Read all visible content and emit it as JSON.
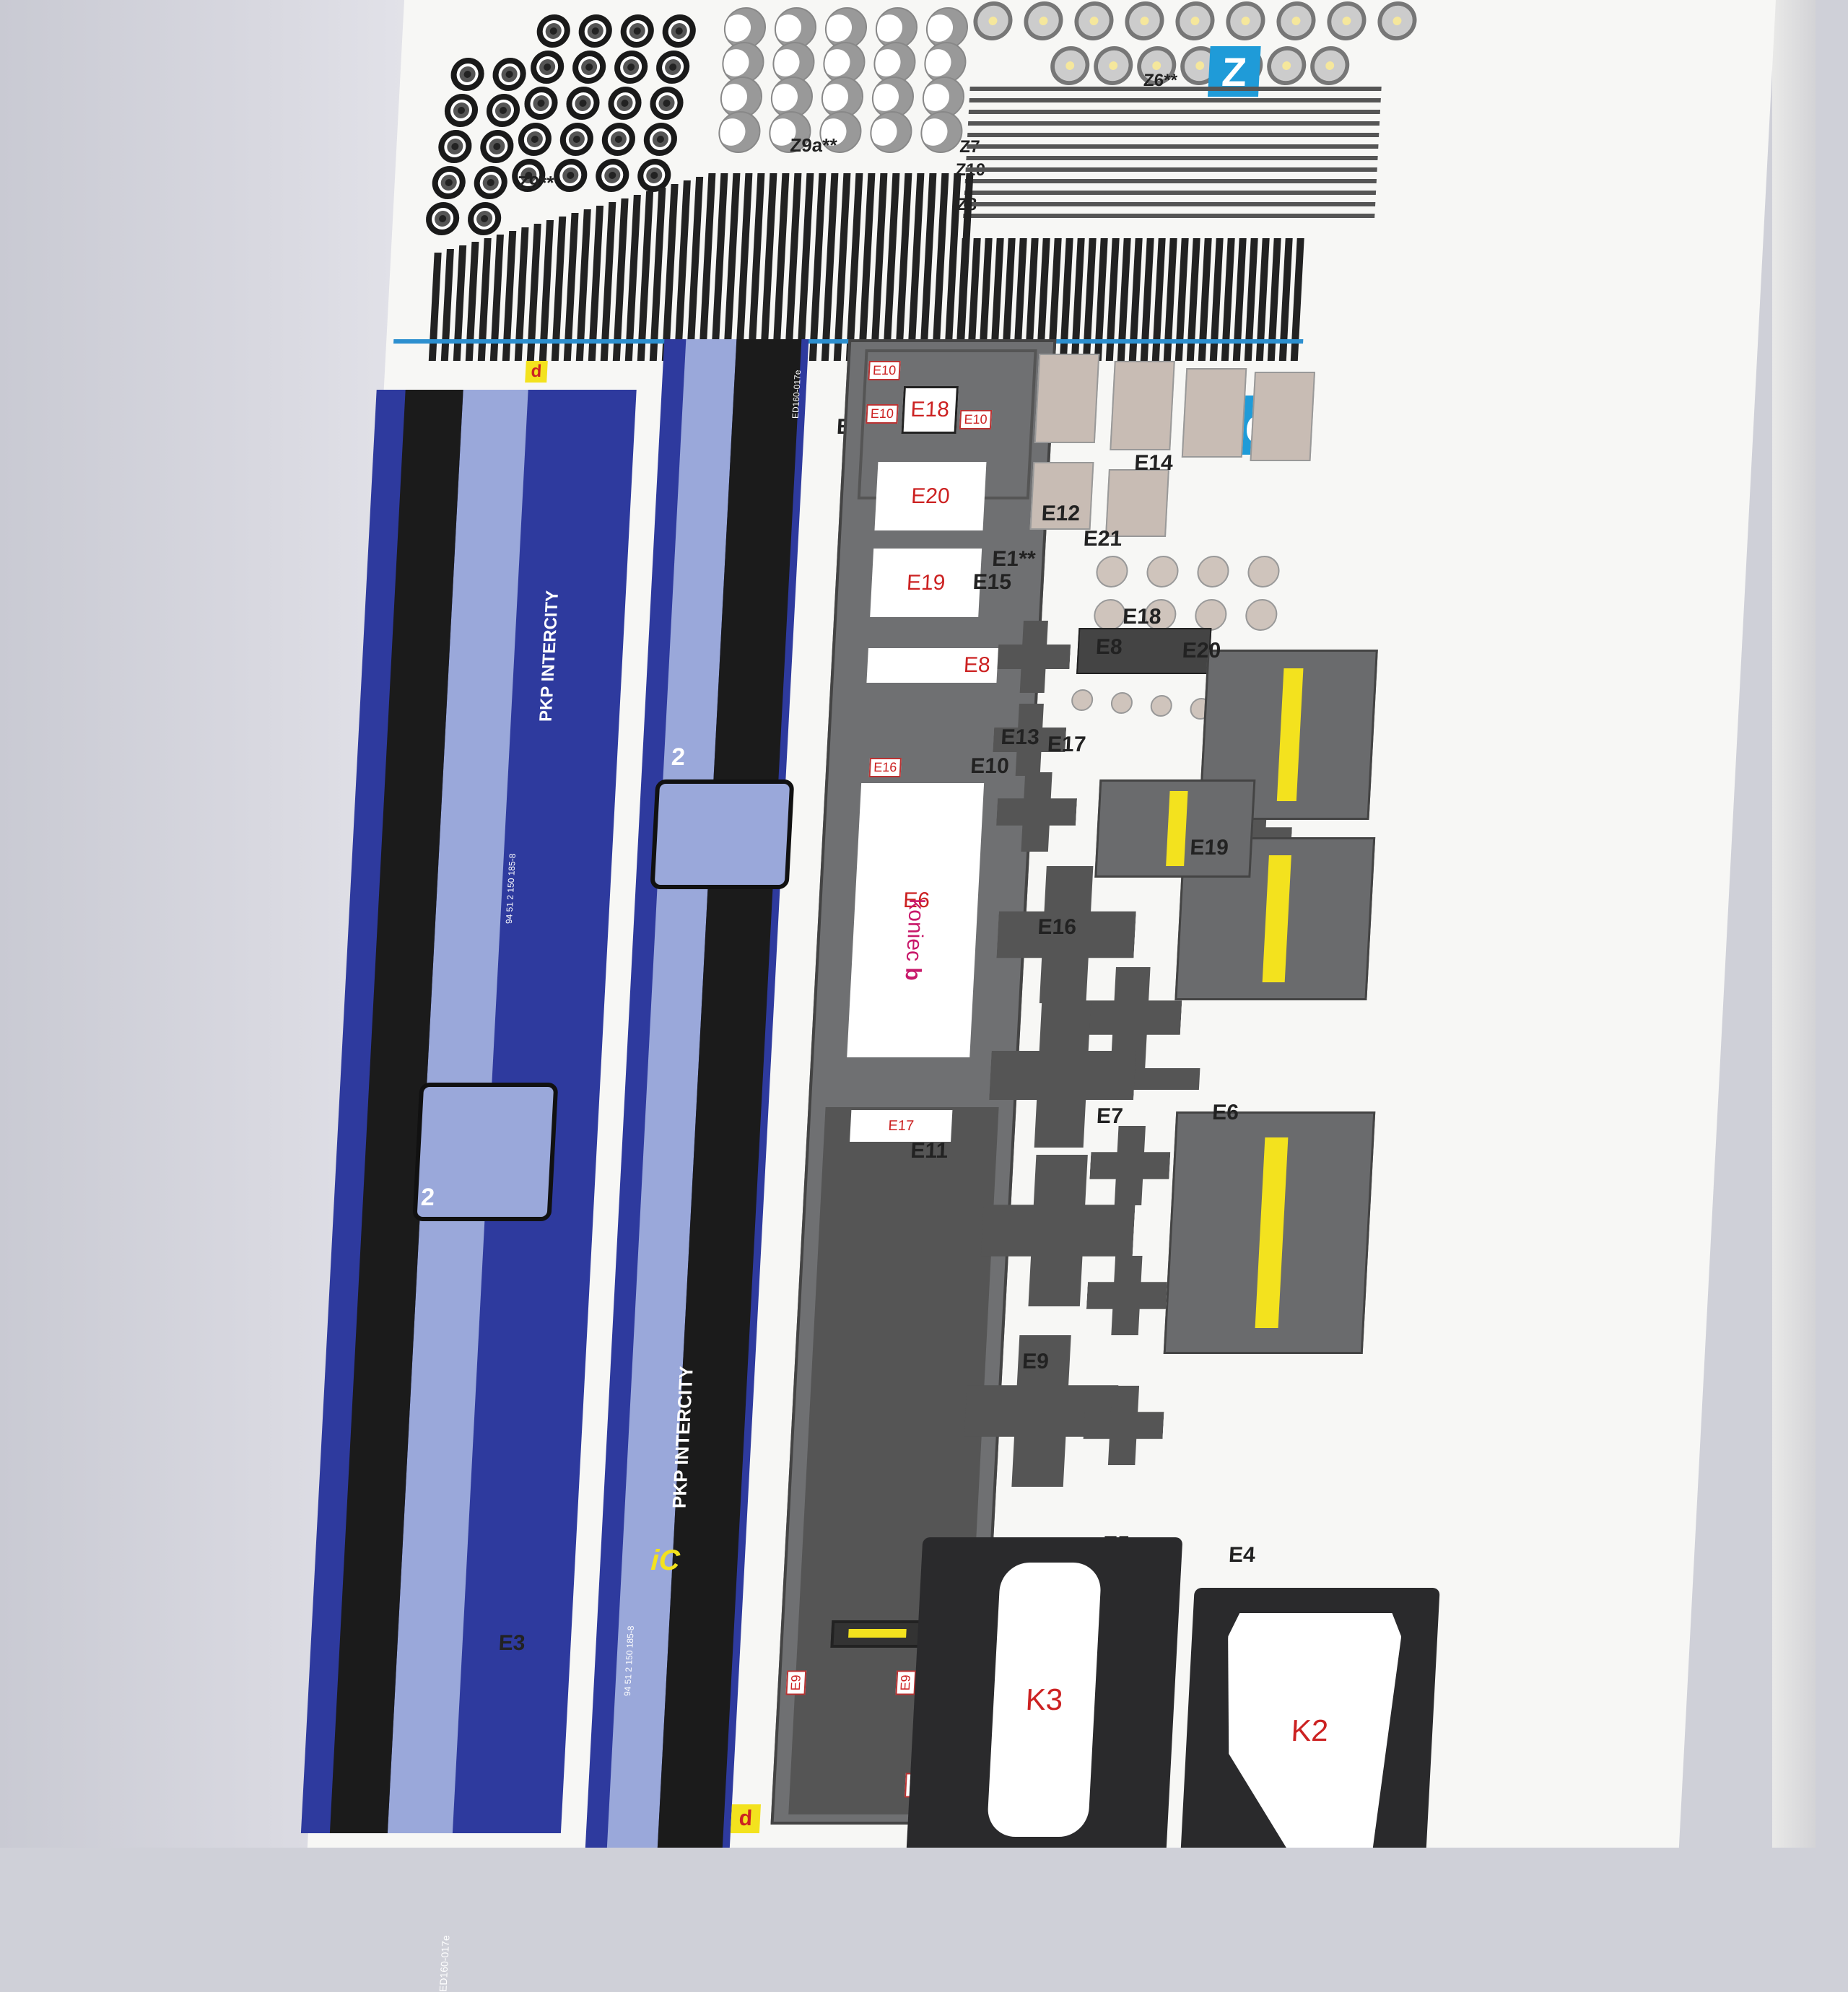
{
  "sections": {
    "z_badge": "Z",
    "e_badge": "e"
  },
  "wheel_labels": {
    "z9": "Z9**",
    "z9a": "Z9a**",
    "z6": "Z6**",
    "z7": "Z7",
    "z10": "Z10",
    "z8": "Z8"
  },
  "part_labels": {
    "e1": "E1**",
    "e2": "E2",
    "e3": "E3",
    "e4": "E4",
    "e5": "E5",
    "e6": "E6",
    "e7": "E7",
    "e8": "E8",
    "e9": "E9",
    "e10": "E10",
    "e11": "E11",
    "e12": "E12",
    "e13": "E13",
    "e14": "E14",
    "e15": "E15",
    "e16": "E16",
    "e17": "E17",
    "e18": "E18",
    "e19": "E19",
    "e20": "E20",
    "e21": "E21"
  },
  "floor_tags": {
    "e10a": "E10",
    "e10b": "E10",
    "e10c": "E10",
    "e18": "E18",
    "e20": "E20",
    "e19": "E19",
    "e8": "E8",
    "e16": "E16",
    "e6": "E6",
    "koniec": "koniec",
    "koniec_b": "b",
    "e17": "E17",
    "e9a": "E9",
    "e9b": "E9",
    "e9c": "E9"
  },
  "end_plates": {
    "k3": "K3",
    "k2": "K2"
  },
  "carbody": {
    "brand_upper": "PKP INTERCITY",
    "brand_lower": "PKP INTERCITY",
    "brand_logo": "iC",
    "car_number_upper": "94 51 2 150 185-8",
    "car_number_lower": "94 51 2 150 185-8",
    "class_upper": "2",
    "class_lower": "2",
    "code_upper": "ED160-017e",
    "code_lower": "ED160-017e",
    "arrow_tag_top": "d",
    "arrow_tag_bottom": "d"
  },
  "colors": {
    "blue": "#2e3a9e",
    "lightblue": "#9aa8da",
    "badge": "#1f9bd8",
    "yellow": "#f3e21e",
    "tagred": "#c22222"
  }
}
